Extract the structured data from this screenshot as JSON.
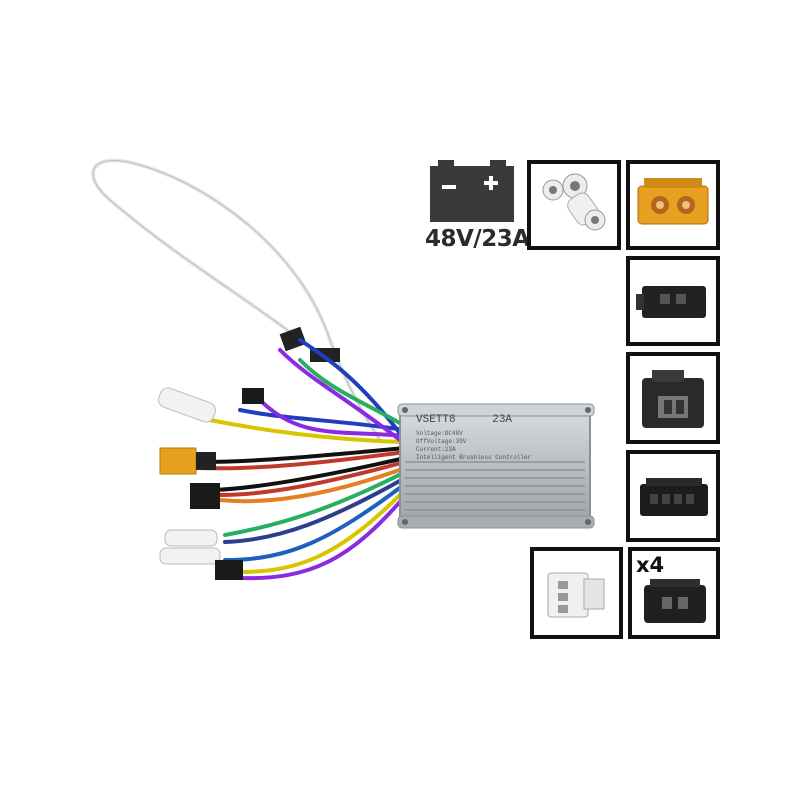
{
  "battery": {
    "icon": "battery-icon",
    "minus": "-",
    "plus": "+",
    "spec_label": "48V/23A"
  },
  "controller": {
    "brand_text": "VSETT8",
    "rating_text": "23A",
    "label_lines": [
      "Voltage:DC48V",
      "OffVoltage:39V",
      "Current:23A",
      "Intelligent Brushless Controller"
    ]
  },
  "connectors": {
    "quantity_label": "x4",
    "items": [
      {
        "name": "white-bullet-connectors",
        "color": "#e8e8e8"
      },
      {
        "name": "xt60-connector",
        "color": "#e8a020"
      },
      {
        "name": "black-3pin-connector",
        "color": "#222222"
      },
      {
        "name": "black-3pin-large-connector",
        "color": "#2a2a2a"
      },
      {
        "name": "black-5pin-connector",
        "color": "#1c1c1c"
      },
      {
        "name": "white-3pin-connector",
        "color": "#f0f0f0"
      },
      {
        "name": "black-2pin-connector",
        "color": "#202020"
      }
    ]
  }
}
